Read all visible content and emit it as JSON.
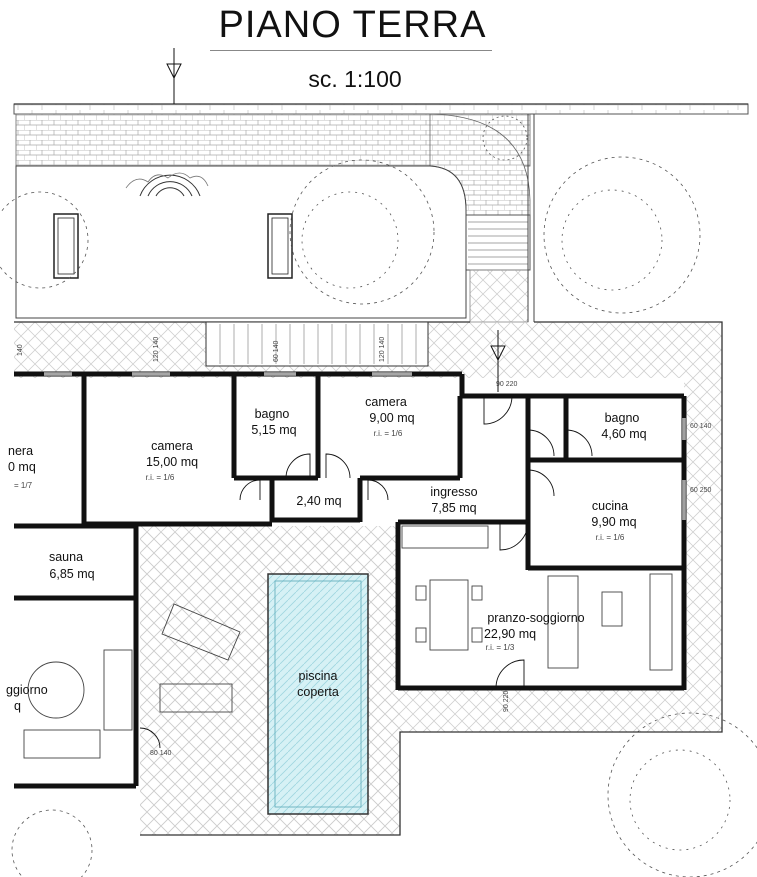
{
  "header": {
    "title": "PIANO TERRA",
    "scale": "sc. 1:100"
  },
  "rooms": [
    {
      "id": "camera-left",
      "name": "nera",
      "area": "0 mq",
      "ri": "= 1/7"
    },
    {
      "id": "camera-1",
      "name": "camera",
      "area": "15,00 mq",
      "ri": "r.i. = 1/6"
    },
    {
      "id": "bagno-1",
      "name": "bagno",
      "area": "5,15 mq",
      "ri": ""
    },
    {
      "id": "camera-2",
      "name": "camera",
      "area": "9,00 mq",
      "ri": "r.i. = 1/6"
    },
    {
      "id": "bagno-2",
      "name": "bagno",
      "area": "4,60 mq",
      "ri": ""
    },
    {
      "id": "cucina",
      "name": "cucina",
      "area": "9,90 mq",
      "ri": "r.i. = 1/6"
    },
    {
      "id": "disimpegno",
      "name": "",
      "area": "2,40 mq",
      "ri": ""
    },
    {
      "id": "ingresso",
      "name": "ingresso",
      "area": "7,85 mq",
      "ri": ""
    },
    {
      "id": "sauna",
      "name": "sauna",
      "area": "6,85 mq",
      "ri": ""
    },
    {
      "id": "pranzo-soggiorno",
      "name": "pranzo-soggiorno",
      "area": "22,90 mq",
      "ri": "r.i. = 1/3"
    },
    {
      "id": "soggiorno-left",
      "name": "ggiorno",
      "area": "q",
      "ri": ""
    },
    {
      "id": "piscina",
      "name": "piscina",
      "area": "coperta",
      "ri": ""
    }
  ],
  "dimensions": {
    "d1": "140",
    "d2": "120 140",
    "d3": "60 140",
    "d4": "120 140",
    "d5": "90 220",
    "d6": "60 140",
    "d7": "60 250",
    "d8": "90 220",
    "d9": "80 140"
  },
  "colors": {
    "ink": "#111111",
    "hatch": "#cfcfcf",
    "pool_fill": "#d6f1f5",
    "pool_stroke": "#333333"
  }
}
